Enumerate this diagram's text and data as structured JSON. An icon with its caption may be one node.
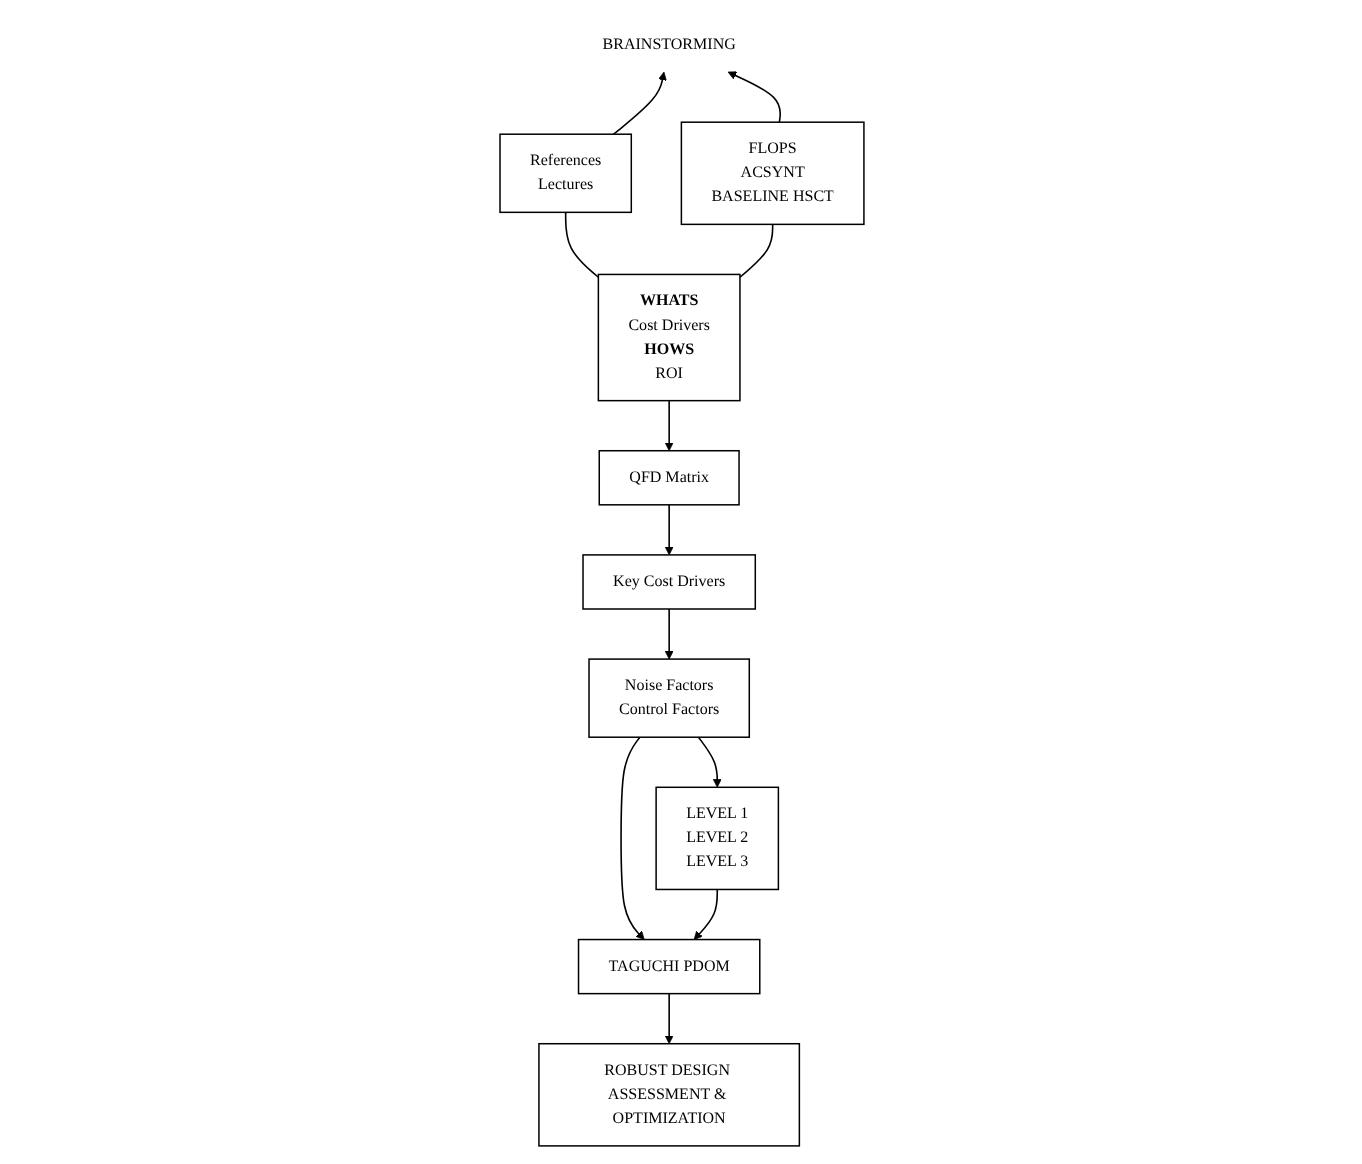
{
  "diagram": {
    "nodes": [
      {
        "text": [
          "BRAINSTORMING"
        ]
      },
      {
        "text": [
          "References",
          "Lectures"
        ]
      },
      {
        "text": [
          "FLOPS",
          "ACSYNT",
          "BASELINE HSCT"
        ]
      },
      {
        "text": [
          "WHATS",
          "Cost Drivers",
          "HOWS",
          "ROI"
        ]
      },
      {
        "text": [
          "QFD Matrix"
        ]
      },
      {
        "text": [
          "Key Cost Drivers"
        ]
      },
      {
        "text": [
          "Noise Factors",
          "Control Factors"
        ]
      },
      {
        "text": [
          "LEVEL 1",
          "LEVEL 2",
          "LEVEL 3"
        ]
      },
      {
        "text": [
          "TAGUCHI PDOM"
        ]
      },
      {
        "text": [
          "ROBUST DESIGN ASSESSMENT & OPTIMIZATION"
        ]
      }
    ],
    "edges": [
      {
        "from": 1,
        "to": 0,
        "arrow": "to"
      },
      {
        "from": 2,
        "to": 0,
        "arrow": "to"
      },
      {
        "from": 1,
        "to": 3,
        "arrow": "none"
      },
      {
        "from": 2,
        "to": 3,
        "arrow": "none"
      },
      {
        "from": 3,
        "to": 4,
        "arrow": "to"
      },
      {
        "from": 4,
        "to": 5,
        "arrow": "to"
      },
      {
        "from": 5,
        "to": 6,
        "arrow": "to"
      },
      {
        "from": 6,
        "to": 8,
        "arrow": "to"
      },
      {
        "from": 6,
        "to": 7,
        "arrow": "to"
      },
      {
        "from": 7,
        "to": 8,
        "arrow": "to"
      },
      {
        "from": 8,
        "to": 9,
        "arrow": "to"
      }
    ]
  }
}
